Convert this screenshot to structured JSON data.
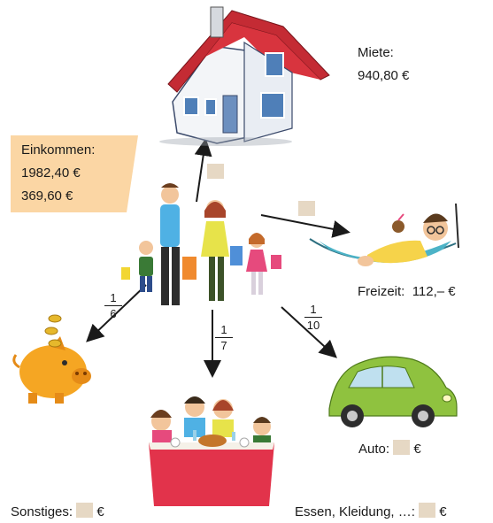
{
  "income": {
    "title": "Einkommen:",
    "line1": "1982,40 €",
    "line2": "369,60 €"
  },
  "rent": {
    "label": "Miete:",
    "value": "940,80 €"
  },
  "leisure": {
    "label": "Freizeit:",
    "value": "112,– €"
  },
  "car": {
    "label": "Auto:",
    "unit": "€"
  },
  "other": {
    "label": "Sonstiges:",
    "unit": "€"
  },
  "food": {
    "label": "Essen, Kleidung, …:",
    "unit": "€"
  },
  "fractions": {
    "savings": {
      "num": "1",
      "den": "6"
    },
    "food": {
      "num": "1",
      "den": "7"
    },
    "car": {
      "num": "1",
      "den": "10"
    }
  },
  "colors": {
    "income_box": "#fbd6a4",
    "blank_box": "#e6d8c4",
    "house_roof": "#c42b34",
    "car_body": "#8fc23f",
    "piggy": "#f5a623",
    "table_cloth": "#e2334b",
    "hammock": "#4cb3c7"
  },
  "icons": [
    "house-icon",
    "family-icon",
    "hammock-person-icon",
    "piggy-bank-icon",
    "family-dinner-icon",
    "car-icon"
  ]
}
